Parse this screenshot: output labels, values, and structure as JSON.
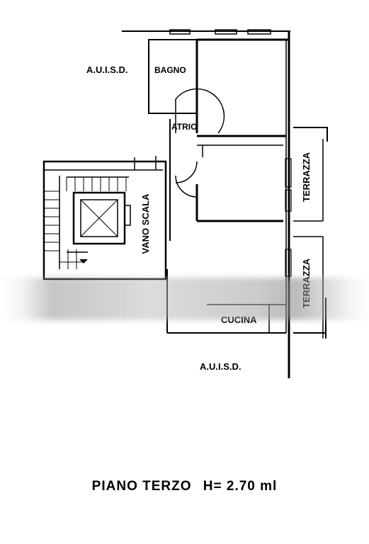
{
  "plan": {
    "rooms": {
      "bagno": "BAGNO",
      "atrio": "ATRIO",
      "vano_scala": "VANO SCALA",
      "terrazza_1": "TERRAZZA",
      "terrazza_2": "TERRAZZA",
      "cucina": "CUCINA"
    },
    "neighbors": {
      "top_left": "A.U.I.S.D.",
      "bottom": "A.U.I.S.D."
    }
  },
  "caption": {
    "floor": "PIANO  TERZO",
    "height": "H=  2.70  ml"
  }
}
